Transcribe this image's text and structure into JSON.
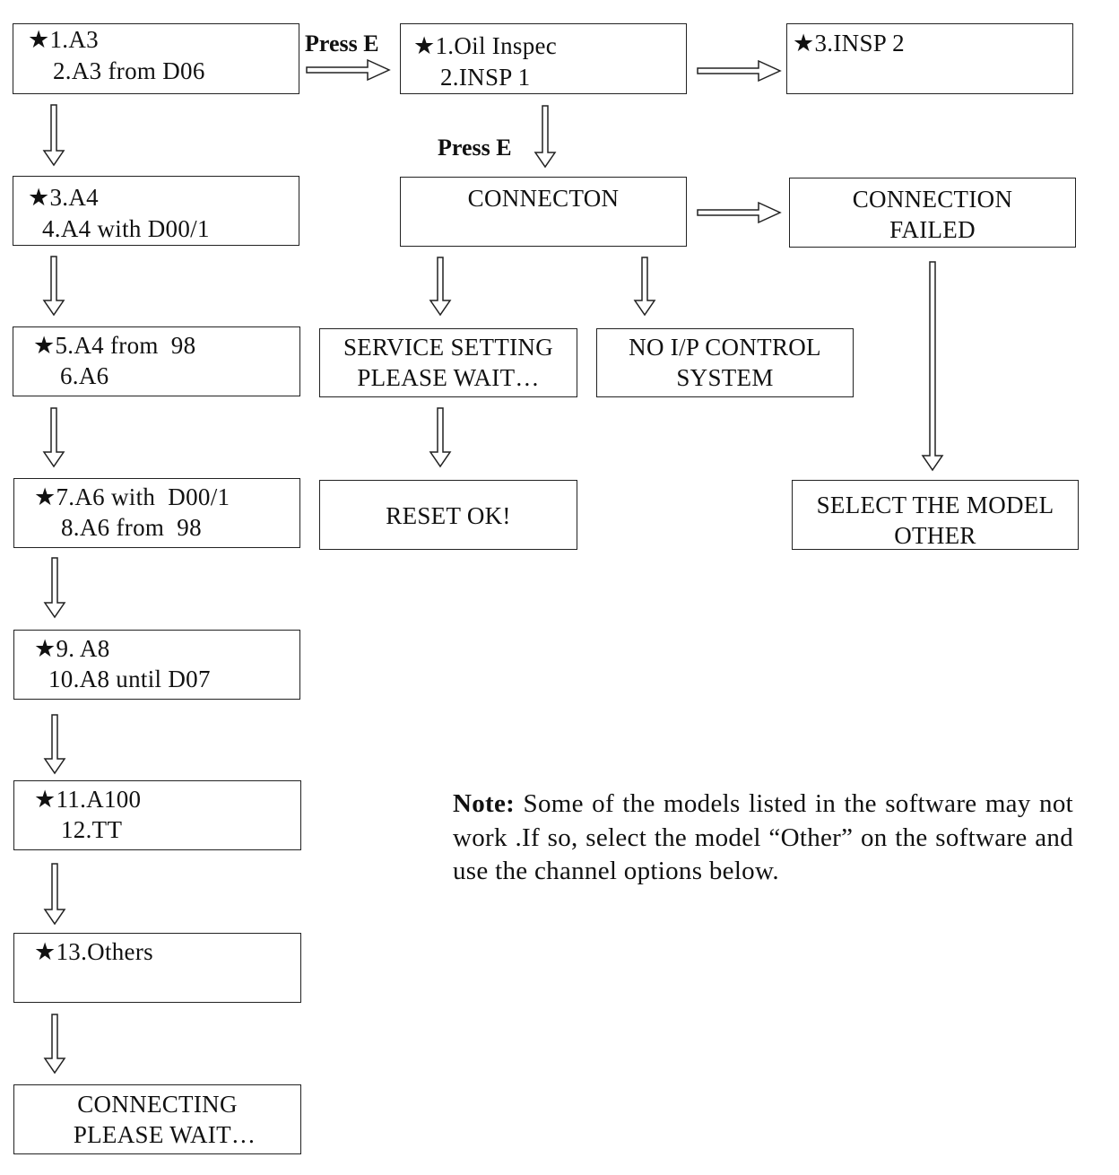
{
  "column1": [
    {
      "line1": "★1.A3",
      "line2": "2.A3 from D06"
    },
    {
      "line1": "★3.A4",
      "line2": "4.A4 with D00/1"
    },
    {
      "line1": "★5.A4 from  98",
      "line2": "6.A6"
    },
    {
      "line1": "★7.A6 with  D00/1",
      "line2": "8.A6 from  98"
    },
    {
      "line1": "★9. A8",
      "line2": "10.A8 until D07"
    },
    {
      "line1": "★11.A100",
      "line2": "12.TT"
    },
    {
      "line1": "★13.Others",
      "line2": ""
    },
    {
      "line1": "CONNECTING",
      "line2": "PLEASE WAIT…"
    }
  ],
  "labels": {
    "press_e_top": "Press E",
    "press_e_mid": "Press E"
  },
  "insp_box": {
    "line1": "★1.Oil Inspec",
    "line2": "2.INSP 1"
  },
  "insp2_box": {
    "line1": "★3.INSP 2"
  },
  "connection_box": {
    "line1": "CONNECTON"
  },
  "failed_box": {
    "line1": "CONNECTION",
    "line2": "FAILED"
  },
  "service_box": {
    "line1": "SERVICE SETTING",
    "line2": "PLEASE WAIT…"
  },
  "noip_box": {
    "line1": "NO I/P CONTROL",
    "line2": "SYSTEM"
  },
  "reset_box": {
    "line1": "RESET OK!"
  },
  "select_box": {
    "line1": "SELECT THE MODEL",
    "line2": "OTHER"
  },
  "note": {
    "bold": "Note:",
    "text": " Some of the models listed in the software may not work .If so, select the model “Other” on the software and use the channel options below."
  }
}
